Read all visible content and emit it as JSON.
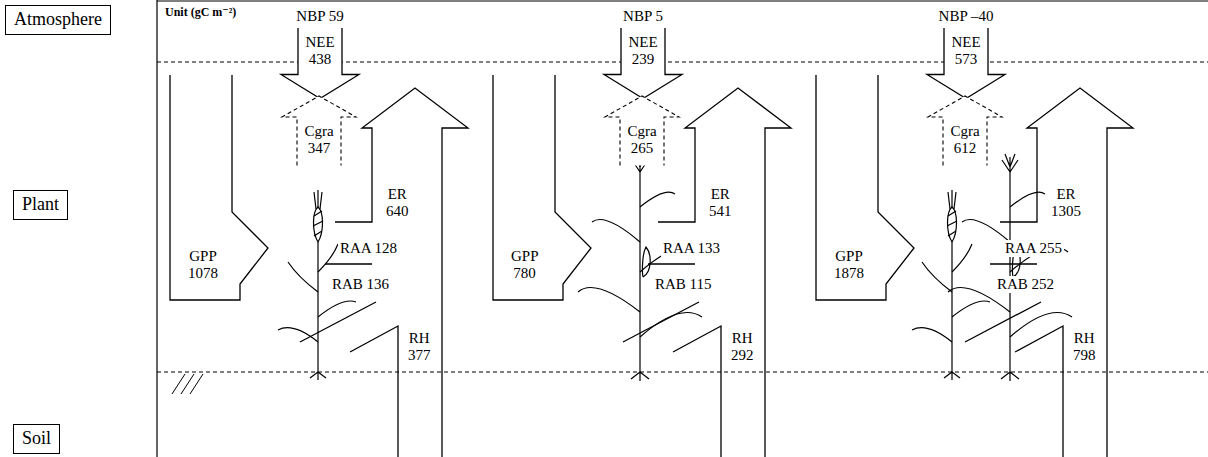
{
  "diagram": {
    "nodes": [
      {
        "text": [
          "Atmosphere"
        ]
      },
      {
        "text": [
          "Plant"
        ]
      },
      {
        "text": [
          "Soil"
        ]
      },
      {
        "text": [
          "NEE 438"
        ]
      },
      {
        "text": [
          "Cgra 347"
        ]
      },
      {
        "text": [
          "NEE 239"
        ]
      },
      {
        "text": [
          "Cgra 265"
        ]
      },
      {
        "text": [
          "NEE 573"
        ]
      },
      {
        "text": [
          "Cgra 612"
        ]
      }
    ],
    "labels": [
      "Unit (gC m⁻²)",
      "NBP 59",
      "NBP 5",
      "NBP –40",
      "GPP 1078",
      "ER 640",
      "RAA 128",
      "RAB 136",
      "RH 377",
      "GPP 780",
      "ER 541",
      "RAA 133",
      "RAB 115",
      "RH 292",
      "GPP 1878",
      "ER 1305",
      "RAA 255",
      "RAB 252",
      "RH 798"
    ]
  }
}
